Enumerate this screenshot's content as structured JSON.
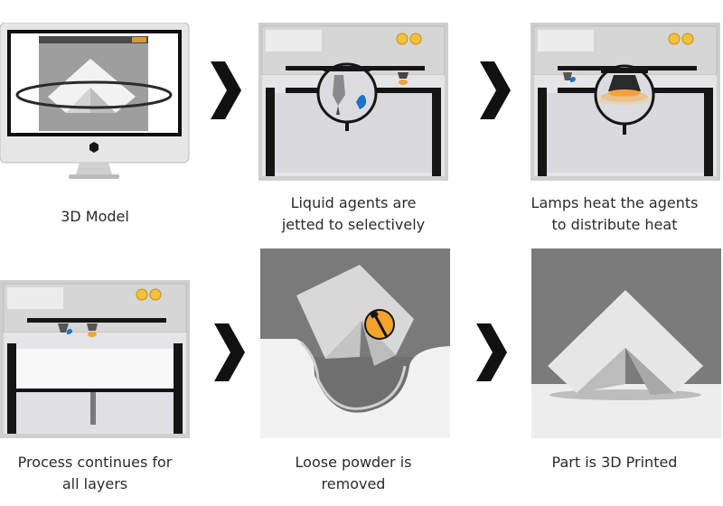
{
  "steps": [
    {
      "caption_line1": "3D Model",
      "caption_line2": ""
    },
    {
      "caption_line1": "Liquid agents are",
      "caption_line2": "jetted to selectively"
    },
    {
      "caption_line1": "Lamps heat the agents",
      "caption_line2": "to distribute heat"
    },
    {
      "caption_line1": "Process continues for",
      "caption_line2": "all layers"
    },
    {
      "caption_line1": "Loose powder is",
      "caption_line2": "removed"
    },
    {
      "caption_line1": "Part is 3D Printed",
      "caption_line2": ""
    }
  ],
  "icons": {
    "arrow": "chevron-right-icon",
    "printer": "printer-icon",
    "lamp": "lamp-icon",
    "nozzle": "nozzle-icon",
    "brush": "brush-icon",
    "monitor": "monitor-icon",
    "part": "chevron-part-icon"
  },
  "colors": {
    "frame": "#c8c8c8",
    "dark": "#1c1c1c",
    "accent_orange": "#f2a52a",
    "accent_yellow": "#f4c13a",
    "agent_blue": "#1e73c8",
    "lamp_glow": "#f4a23a"
  }
}
